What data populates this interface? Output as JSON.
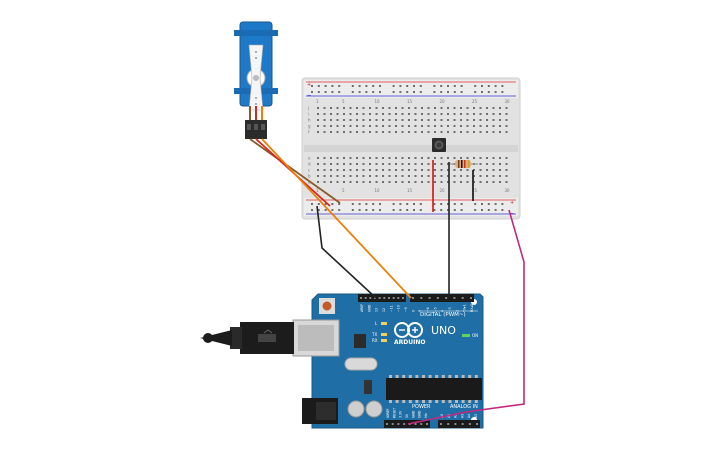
{
  "board": {
    "brand": "ARDUINO",
    "model": "UNO",
    "digital_label": "DIGITAL (PWM~)",
    "power_label": "POWER",
    "analog_label": "ANALOG IN",
    "on_label": "ON",
    "tx_label": "TX",
    "rx_label": "RX",
    "l_label": "L",
    "top_header_labels": [
      "AREF",
      "GND",
      "13",
      "12",
      "~11",
      "~10",
      "~9",
      "8",
      "7",
      "~6",
      "~5",
      "4",
      "~3",
      "2",
      "TX▸1",
      "RX◂0"
    ],
    "power_pin_labels": [
      "IOREF",
      "RESET",
      "3.3V",
      "5V",
      "GND",
      "GND",
      "Vin"
    ],
    "analog_pin_labels": [
      "A0",
      "A1",
      "A2",
      "A3",
      "A4",
      "A5"
    ]
  },
  "breadboard": {
    "column_numbers": [
      "1",
      "",
      "",
      "",
      "5",
      "",
      "",
      "",
      "",
      "10",
      "",
      "",
      "",
      "",
      "15",
      "",
      "",
      "",
      "",
      "20",
      "",
      "",
      "",
      "",
      "25",
      "",
      "",
      "",
      "",
      "30"
    ],
    "row_letters_top": [
      "j",
      "i",
      "h",
      "g",
      "f"
    ],
    "row_letters_bottom": [
      "e",
      "d",
      "c",
      "b",
      "a"
    ],
    "rail_plus": "+",
    "rail_minus": "−"
  },
  "colors": {
    "board_blue": "#1f6ea5",
    "breadboard": "#e4e4e4",
    "wire_orange": "#e8820c",
    "wire_brown": "#8b5a2b",
    "wire_red": "#d42a22",
    "wire_black": "#222222",
    "wire_magenta": "#c22a7e",
    "servo_blue": "#1e79c9"
  }
}
